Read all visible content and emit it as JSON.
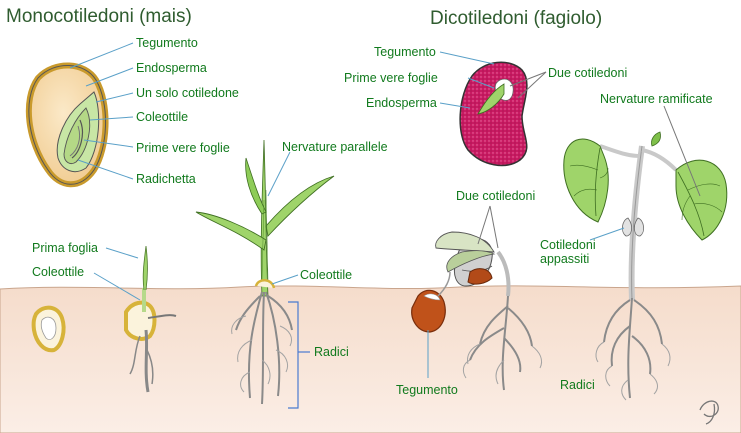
{
  "monocot": {
    "title": "Monocotiledoni (mais)",
    "labels": {
      "tegumento": "Tegumento",
      "endosperma": "Endosperma",
      "un_solo_cotiledone": "Un solo cotiledone",
      "coleottile_seed": "Coleottile",
      "prime_vere_foglie": "Prime vere foglie",
      "radichetta": "Radichetta",
      "prima_foglia": "Prima foglia",
      "coleottile_sprout": "Coleottile",
      "nervature_parallele": "Nervature parallele",
      "coleottile_plant": "Coleottile",
      "radici": "Radici"
    }
  },
  "dicot": {
    "title": "Dicotiledoni (fagiolo)",
    "labels": {
      "tegumento_seed": "Tegumento",
      "prime_vere_foglie": "Prime vere foglie",
      "endosperma": "Endosperma",
      "due_cotiledoni_seed": "Due cotiledoni",
      "nervature_ramificate": "Nervature ramificate",
      "due_cotiledoni_sprout": "Due cotiledoni",
      "cotiledoni_appassiti": "Cotiledoni appassiti",
      "tegumento_ground": "Tegumento",
      "radici": "Radici"
    }
  },
  "colors": {
    "soil": "#f2dccb",
    "label_green": "#117a1d",
    "leader_blue": "#5aa0c8",
    "leaf_green": "#9fd46a",
    "bean_red": "#c2185b"
  },
  "icons": {
    "signature": "signature-mark-icon"
  }
}
